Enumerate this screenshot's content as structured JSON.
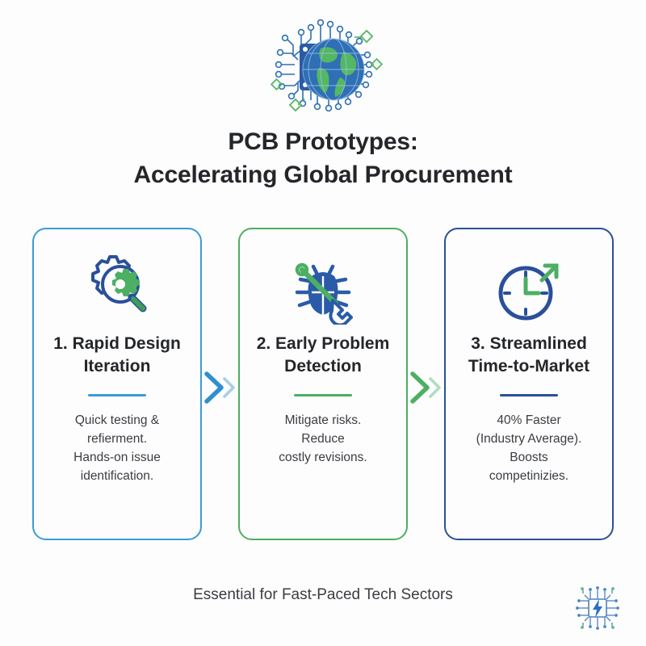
{
  "page": {
    "background_color": "#fdfdfd",
    "header_icon": "globe-circuit-icon",
    "footer_logo": "circuit-chip-lightning-logo"
  },
  "title": {
    "line1": "PCB Prototypes:",
    "line2": "Accelerating Global Procurement",
    "color": "#24262a"
  },
  "cards": [
    {
      "icon": "gear-magnifier-icon",
      "title": "1. Rapid Design\nIteration",
      "body": "Quick testing &\nrefierment.\nHands-on issue\nidentification.",
      "accent_color": "#3b9ad9"
    },
    {
      "icon": "bug-wrench-icon",
      "title": "2. Early Problem\nDetection",
      "body": "Mitigate risks.\nReduce\ncostly revisions.",
      "accent_color": "#4caf62"
    },
    {
      "icon": "clock-arrow-icon",
      "title": "3. Streamlined\nTime-to-Market",
      "body": "40% Faster\n(Industry Average).\nBoosts\ncompetinizies.",
      "accent_color": "#2a4f9b"
    }
  ],
  "connectors": [
    {
      "icon": "double-chevron-right-icon",
      "color": "#3b9ad9",
      "secondary_color": "#a8cfe6"
    },
    {
      "icon": "double-chevron-right-icon",
      "color": "#4caf62",
      "secondary_color": "#b2dcc0"
    }
  ],
  "footer": {
    "text": "Essential for Fast-Paced Tech Sectors"
  }
}
